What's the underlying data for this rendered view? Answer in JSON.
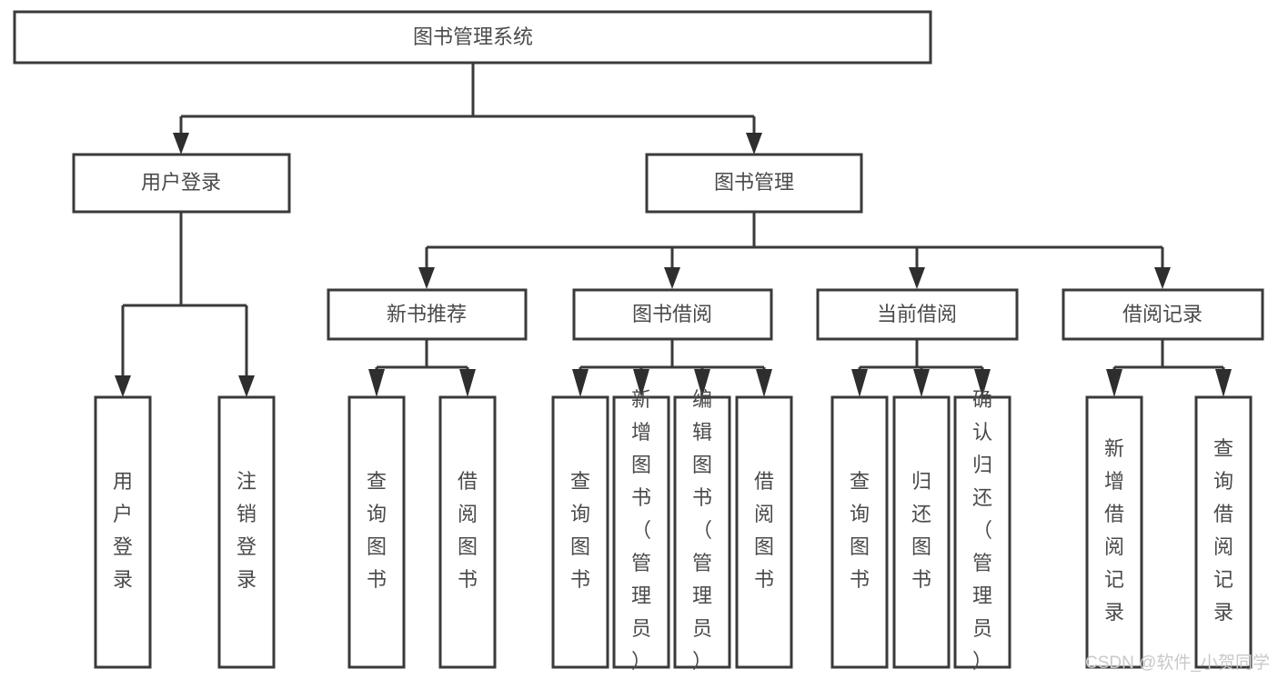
{
  "diagram": {
    "title": "图书管理系统",
    "watermark": "CSDN @软件_小贺同学",
    "colors": {
      "box_stroke": "#3a3a3a",
      "box_fill": "#ffffff",
      "text": "#4a4a4a",
      "arrow": "#2e2e2e",
      "watermark": "#c9c9c9",
      "background": "#ffffff"
    },
    "levels": {
      "root": {
        "label": "图书管理系统"
      },
      "level2": [
        {
          "id": "user-login",
          "label": "用户登录"
        },
        {
          "id": "book-management",
          "label": "图书管理"
        }
      ],
      "level3": [
        {
          "id": "new-book-recommend",
          "label": "新书推荐",
          "parent": "book-management"
        },
        {
          "id": "book-borrow",
          "label": "图书借阅",
          "parent": "book-management"
        },
        {
          "id": "current-borrow",
          "label": "当前借阅",
          "parent": "book-management"
        },
        {
          "id": "borrow-record",
          "label": "借阅记录",
          "parent": "book-management"
        }
      ],
      "leaves": [
        {
          "id": "leaf-user-login",
          "label": "用户登录",
          "parent": "user-login"
        },
        {
          "id": "leaf-logout-login",
          "label": "注销登录",
          "parent": "user-login"
        },
        {
          "id": "leaf-query-book-1",
          "label": "查询图书",
          "parent": "new-book-recommend"
        },
        {
          "id": "leaf-borrow-book-1",
          "label": "借阅图书",
          "parent": "new-book-recommend"
        },
        {
          "id": "leaf-query-book-2",
          "label": "查询图书",
          "parent": "book-borrow"
        },
        {
          "id": "leaf-add-book",
          "label": "新增图书（管理员）",
          "parent": "book-borrow"
        },
        {
          "id": "leaf-edit-book",
          "label": "编辑图书（管理员）",
          "parent": "book-borrow"
        },
        {
          "id": "leaf-borrow-book-2",
          "label": "借阅图书",
          "parent": "book-borrow"
        },
        {
          "id": "leaf-query-book-3",
          "label": "查询图书",
          "parent": "current-borrow"
        },
        {
          "id": "leaf-return-book",
          "label": "归还图书",
          "parent": "current-borrow"
        },
        {
          "id": "leaf-confirm-return",
          "label": "确认归还（管理员）",
          "parent": "current-borrow"
        },
        {
          "id": "leaf-add-record",
          "label": "新增借阅记录",
          "parent": "borrow-record"
        },
        {
          "id": "leaf-query-record",
          "label": "查询借阅记录",
          "parent": "borrow-record"
        }
      ]
    }
  }
}
